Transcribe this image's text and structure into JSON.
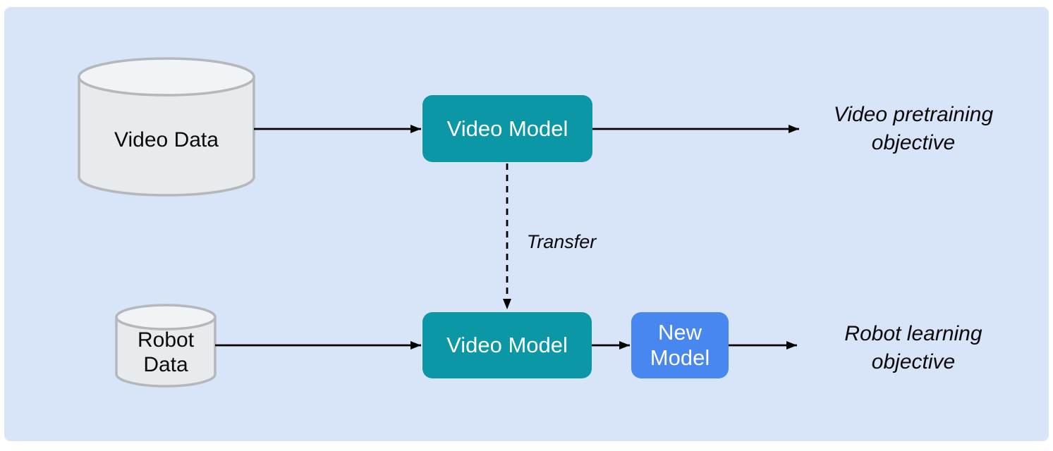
{
  "diagram": {
    "description": "Video pretraining to robot learning transfer diagram",
    "colors": {
      "panel_background": "#d8e4f8",
      "teal_box": "#0b97a6",
      "blue_box": "#4886f0",
      "cylinder_body": "#e8ebee",
      "cylinder_top": "#f1f4f6",
      "cylinder_stroke": "#b4b8ba",
      "arrow": "#000000",
      "text": "#0a0a0a"
    },
    "nodes": {
      "video_data": {
        "label": "Video Data",
        "shape": "cylinder"
      },
      "video_model_top": {
        "label": "Video Model",
        "shape": "rounded-box"
      },
      "robot_data": {
        "label_line1": "Robot",
        "label_line2": "Data",
        "shape": "cylinder"
      },
      "video_model_bottom": {
        "label": "Video Model",
        "shape": "rounded-box"
      },
      "new_model": {
        "label_line1": "New",
        "label_line2": "Model",
        "shape": "rounded-box"
      }
    },
    "annotations": {
      "video_pretraining_objective": {
        "line1": "Video pretraining",
        "line2": "objective"
      },
      "robot_learning_objective": {
        "line1": "Robot learning",
        "line2": "objective"
      },
      "transfer": {
        "label": "Transfer"
      }
    },
    "edges": [
      {
        "from": "video_data",
        "to": "video_model_top",
        "style": "solid-arrow"
      },
      {
        "from": "video_model_top",
        "to": "video_pretraining_objective",
        "style": "solid-arrow"
      },
      {
        "from": "video_model_top",
        "to": "video_model_bottom",
        "style": "dashed-arrow",
        "label": "Transfer"
      },
      {
        "from": "robot_data",
        "to": "video_model_bottom",
        "style": "solid-arrow"
      },
      {
        "from": "video_model_bottom",
        "to": "new_model",
        "style": "solid-arrow"
      },
      {
        "from": "new_model",
        "to": "robot_learning_objective",
        "style": "solid-arrow"
      }
    ]
  }
}
